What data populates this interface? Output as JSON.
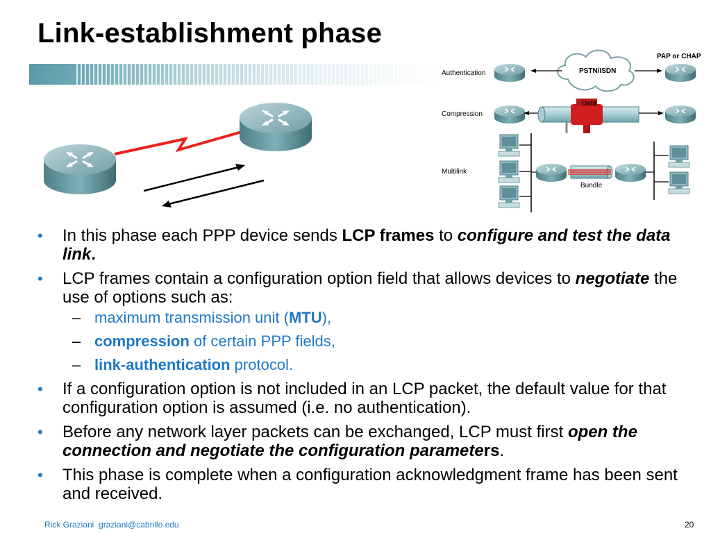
{
  "slide": {
    "title": "Link-establishment phase",
    "footer_author": "Rick Graziani",
    "footer_email": "graziani@cabrillo.edu",
    "page_number": "20"
  },
  "diagram": {
    "authentication_label": "Authentication",
    "pstn_label": "PSTN/ISDN",
    "pap_chap_label": "PAP or CHAP",
    "compression_label": "Compression",
    "data_label": "Data",
    "multilink_label": "Multilink",
    "bundle_label": "Bundle"
  },
  "bullets": {
    "b1": {
      "pre": "In this phase each PPP device sends ",
      "bold": "LCP frames",
      "mid": " to ",
      "bold_italic": "configure and test the data link",
      "end": "."
    },
    "b2": {
      "pre": "LCP frames contain a configuration option field that allows devices to ",
      "bold_italic": "negotiate",
      "end": " the use of options such as:"
    },
    "sub1": {
      "pre": "maximum transmission unit (",
      "bold": "MTU",
      "end": "),",
      "dash": "–"
    },
    "sub2": {
      "bold": "compression",
      "end": " of certain PPP fields,",
      "dash": "–"
    },
    "sub3": {
      "bold": "link-authentication",
      "end": " protocol.",
      "dash": "–"
    },
    "b3": {
      "text": "If a configuration option is not included in an LCP packet, the default value for that configuration option is assumed (i.e. no authentication)."
    },
    "b4": {
      "pre": "Before any network layer packets can be exchanged, LCP must first ",
      "bold_italic": "open the connection and negotiate the configuration paramete",
      "bold": "rs",
      "end": "."
    },
    "b5": {
      "text": "This phase is complete when a configuration acknowledgment frame has been sent and received."
    },
    "bullet_char": "•"
  },
  "colors": {
    "accent_blue": "#1f78c8",
    "router_teal": "#5f8f96",
    "link_red": "#e8231f"
  }
}
